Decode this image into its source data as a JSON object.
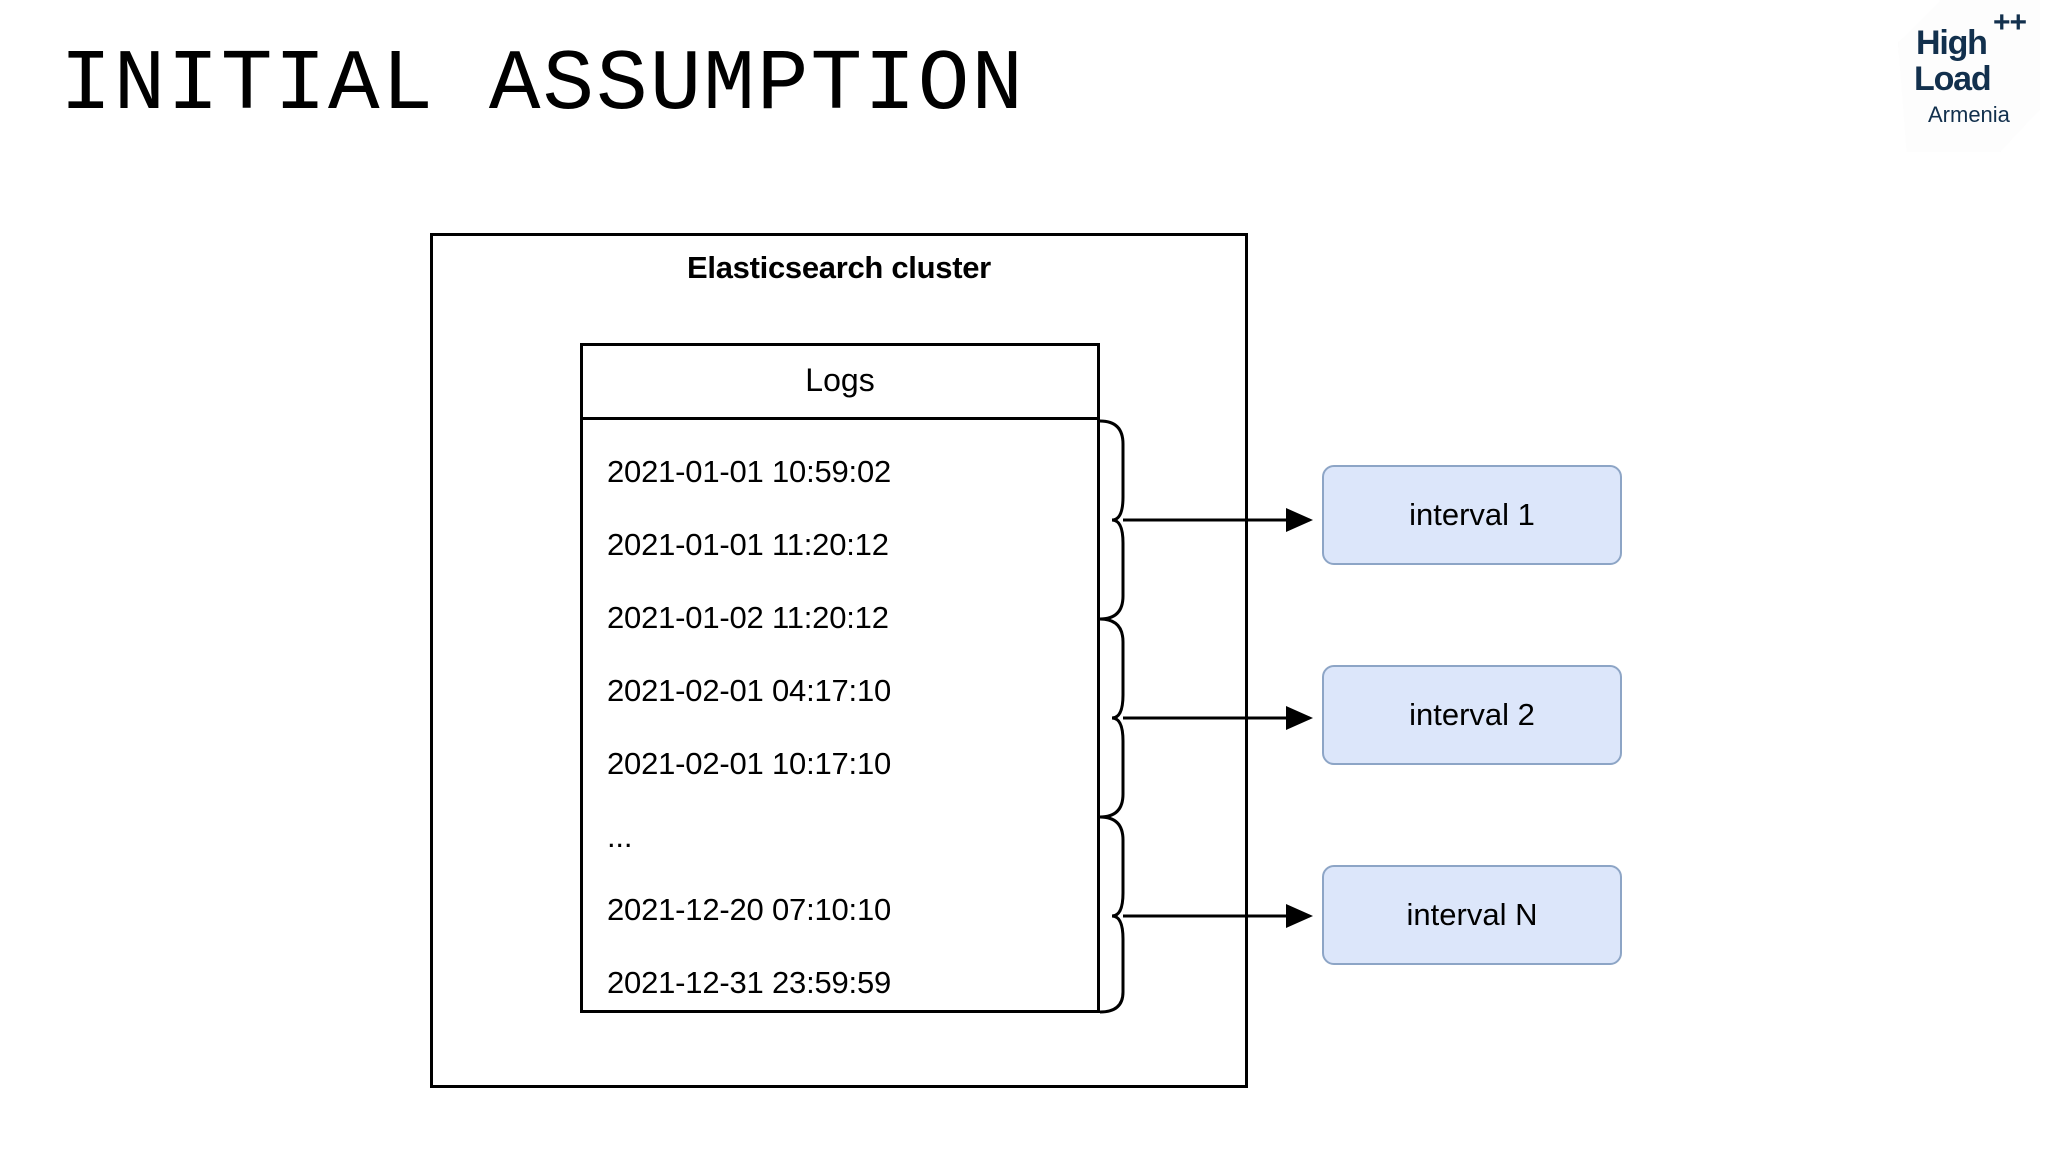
{
  "slide": {
    "title": "INITIAL ASSUMPTION",
    "background": "#ffffff"
  },
  "logo": {
    "plus": "++",
    "line1": "High",
    "line2": "Load",
    "line3": "Armenia",
    "color": "#12304d"
  },
  "diagram": {
    "cluster": {
      "title": "Elasticsearch cluster",
      "border_color": "#000000"
    },
    "logs_table": {
      "header": "Logs",
      "rows": [
        "2021-01-01 10:59:02",
        "2021-01-01 11:20:12",
        "2021-01-02 11:20:12",
        "2021-02-01 04:17:10",
        "2021-02-01 10:17:10",
        "...",
        "2021-12-20 07:10:10",
        "2021-12-31 23:59:59"
      ]
    },
    "intervals": [
      {
        "label": "interval 1"
      },
      {
        "label": "interval 2"
      },
      {
        "label": "interval N"
      }
    ],
    "interval_style": {
      "fill": "#dce6fa",
      "stroke": "#8da5c6"
    },
    "connector_style": {
      "stroke": "#000000"
    }
  }
}
